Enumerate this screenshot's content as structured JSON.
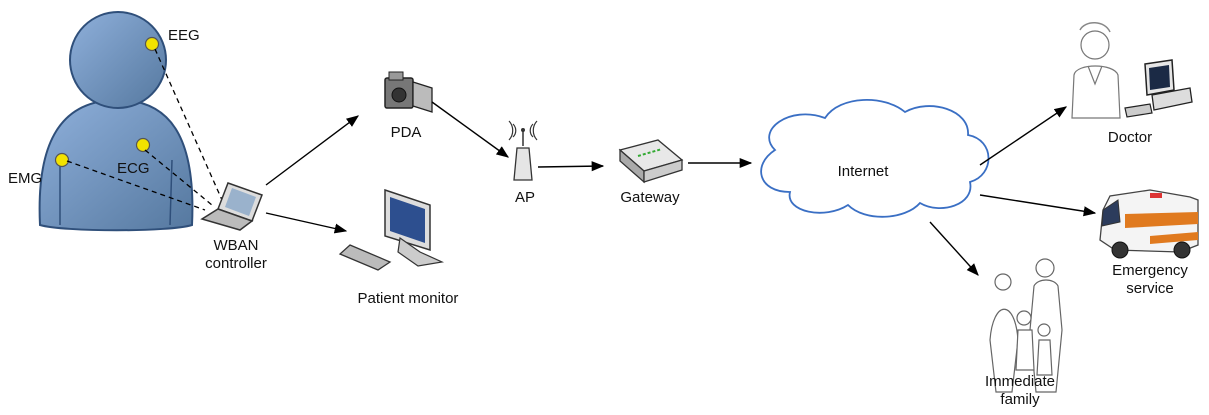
{
  "labels": {
    "eeg": "EEG",
    "ecg": "ECG",
    "emg": "EMG",
    "wban_line1": "WBAN",
    "wban_line2": "controller",
    "pda": "PDA",
    "patient_monitor": "Patient monitor",
    "ap": "AP",
    "gateway": "Gateway",
    "internet": "Internet",
    "doctor": "Doctor",
    "emergency_line1": "Emergency",
    "emergency_line2": "service",
    "family_line1": "Immediate",
    "family_line2": "family"
  },
  "colors": {
    "body_fill": "#6a8fbf",
    "body_stroke": "#2f4f7a",
    "sensor_fill": "#f2e200",
    "cloud_stroke": "#3a6fc4",
    "line": "#000000"
  }
}
